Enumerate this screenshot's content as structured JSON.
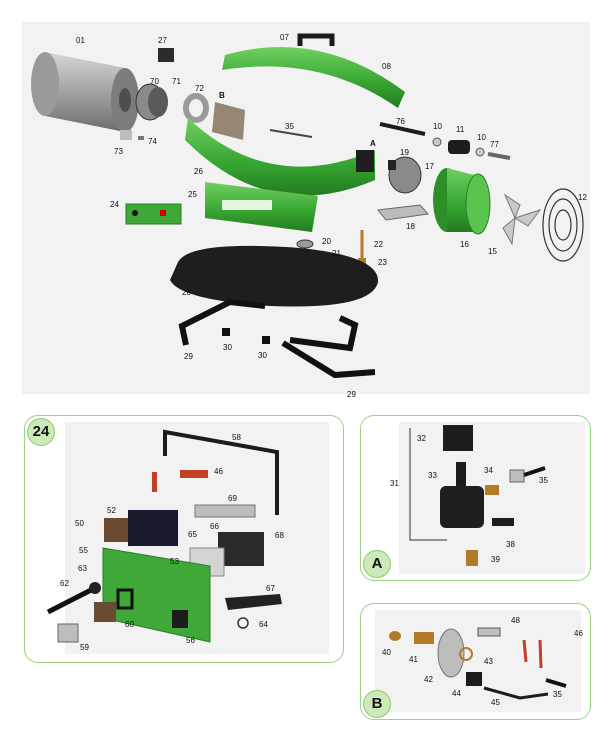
{
  "main": {
    "parts": [
      "01",
      "27",
      "70",
      "71",
      "72",
      "73",
      "74",
      "B",
      "35",
      "08",
      "07",
      "26",
      "A",
      "76",
      "10",
      "11",
      "10b",
      "77",
      "19",
      "17",
      "18",
      "16",
      "15",
      "12",
      "24",
      "25",
      "20",
      "21",
      "22",
      "23",
      "28",
      "29",
      "30",
      "30b",
      "29b"
    ]
  },
  "labels": {
    "p01": "01",
    "p27": "27",
    "p70": "70",
    "p71": "71",
    "p72": "72",
    "p73": "73",
    "p74": "74",
    "pB": "B",
    "p35": "35",
    "p08": "08",
    "p07": "07",
    "p26": "26",
    "pA": "A",
    "p76": "76",
    "p10": "10",
    "p11": "11",
    "p10b": "10",
    "p77": "77",
    "p19": "19",
    "p17": "17",
    "p18": "18",
    "p16": "16",
    "p15": "15",
    "p12": "12",
    "p24": "24",
    "p25": "25",
    "p20": "20",
    "p21": "21",
    "p22": "22",
    "p23": "23",
    "p28": "28",
    "p29": "29",
    "p30": "30",
    "p30b": "30",
    "p29b": "29"
  },
  "inset24": {
    "badge": "24",
    "labels": {
      "p58": "58",
      "p46": "46",
      "p52": "52",
      "p69": "69",
      "p50": "50",
      "p68": "68",
      "p55": "55",
      "p53": "53",
      "p65": "65",
      "p66": "66",
      "p63": "63",
      "p62": "62",
      "p67": "67",
      "p60": "60",
      "p64": "64",
      "p59": "59",
      "p56": "56"
    }
  },
  "insetA": {
    "badge": "A",
    "labels": {
      "p32": "32",
      "p31": "31",
      "p33": "33",
      "p34": "34",
      "p35": "35",
      "p38": "38",
      "p39": "39"
    }
  },
  "insetB": {
    "badge": "B",
    "labels": {
      "p48": "48",
      "p46": "46",
      "p40": "40",
      "p41": "41",
      "p43": "43",
      "p42": "42",
      "p44": "44",
      "p45": "45",
      "p35": "35"
    }
  },
  "colors": {
    "green": "#3fa838",
    "green_dark": "#2a7d26",
    "grey": "#a8a8a8",
    "black": "#1b1b1b",
    "border": "#9bd37e"
  }
}
